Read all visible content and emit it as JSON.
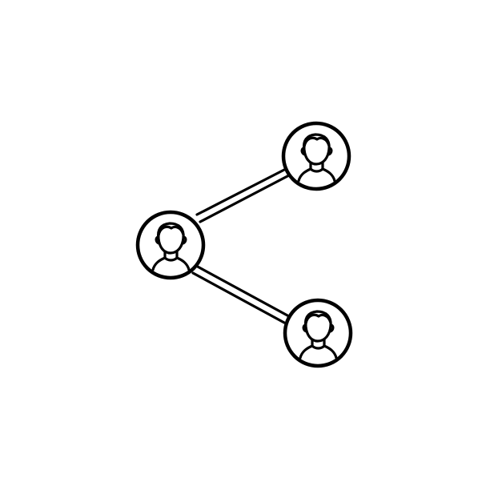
{
  "icon": {
    "name": "share-network-icon",
    "style": "hand-drawn outline",
    "stroke_color": "#000000",
    "background_color": "#ffffff",
    "nodes": [
      {
        "role": "center",
        "icon": "user-avatar-icon"
      },
      {
        "role": "top-right",
        "icon": "user-avatar-icon"
      },
      {
        "role": "bottom-right",
        "icon": "user-avatar-icon"
      }
    ]
  }
}
